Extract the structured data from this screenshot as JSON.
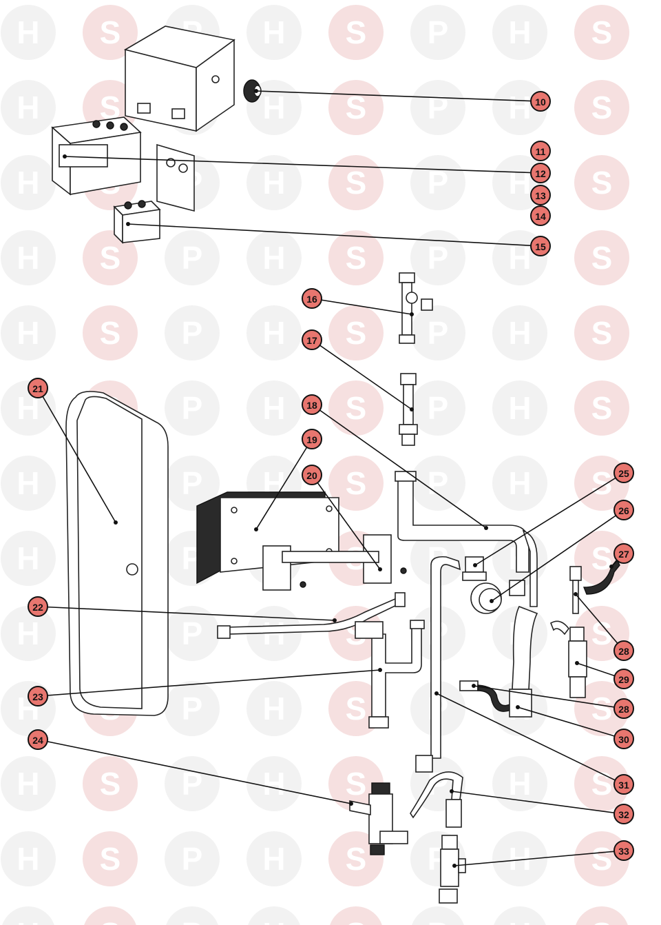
{
  "watermark": {
    "letters": [
      "H",
      "S",
      "P"
    ]
  },
  "callouts": [
    {
      "id": "c10",
      "label": "10"
    },
    {
      "id": "c11",
      "label": "11"
    },
    {
      "id": "c12",
      "label": "12"
    },
    {
      "id": "c13",
      "label": "13"
    },
    {
      "id": "c14",
      "label": "14"
    },
    {
      "id": "c15",
      "label": "15"
    },
    {
      "id": "c16",
      "label": "16"
    },
    {
      "id": "c17",
      "label": "17"
    },
    {
      "id": "c18",
      "label": "18"
    },
    {
      "id": "c19",
      "label": "19"
    },
    {
      "id": "c20",
      "label": "20"
    },
    {
      "id": "c21",
      "label": "21"
    },
    {
      "id": "c22",
      "label": "22"
    },
    {
      "id": "c23",
      "label": "23"
    },
    {
      "id": "c24",
      "label": "24"
    },
    {
      "id": "c25",
      "label": "25"
    },
    {
      "id": "c26",
      "label": "26"
    },
    {
      "id": "c27",
      "label": "27"
    },
    {
      "id": "c28a",
      "label": "28"
    },
    {
      "id": "c29",
      "label": "29"
    },
    {
      "id": "c28b",
      "label": "28"
    },
    {
      "id": "c30",
      "label": "30"
    },
    {
      "id": "c31",
      "label": "31"
    },
    {
      "id": "c32",
      "label": "32"
    },
    {
      "id": "c33",
      "label": "33"
    }
  ],
  "colors": {
    "callout_fill": "#e8766f",
    "watermark_grey": "#f2f2f2",
    "watermark_pink": "#f6e0e0"
  }
}
